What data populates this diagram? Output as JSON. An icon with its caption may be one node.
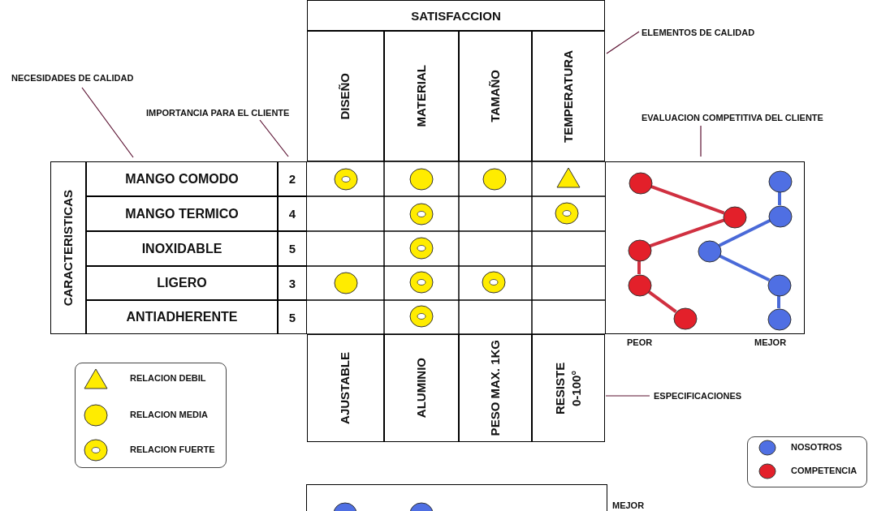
{
  "diagram": {
    "nodes": [
      {
        "text": [
          "SATISFACCION"
        ]
      },
      {
        "text": [
          "DISEÑO"
        ]
      },
      {
        "text": [
          "MATERIAL"
        ]
      },
      {
        "text": [
          "TAMAÑO"
        ]
      },
      {
        "text": [
          "TEMPERATURA"
        ]
      },
      {
        "text": [
          "CARACTERISTICAS"
        ]
      },
      {
        "text": [
          "MANGO COMODO"
        ]
      },
      {
        "text": [
          "2"
        ]
      },
      {
        "text": [
          "MANGO TERMICO"
        ]
      },
      {
        "text": [
          "4"
        ]
      },
      {
        "text": [
          "INOXIDABLE"
        ]
      },
      {
        "text": [
          "5"
        ]
      },
      {
        "text": [
          "LIGERO"
        ]
      },
      {
        "text": [
          "3"
        ]
      },
      {
        "text": [
          "ANTIADHERENTE"
        ]
      },
      {
        "text": [
          "5"
        ]
      },
      {
        "text": [
          "AJUSTABLE"
        ]
      },
      {
        "text": [
          "ALUMINIO"
        ]
      },
      {
        "text": [
          "PESO MAX. 1KG"
        ]
      },
      {
        "text": [
          "RESISTE 0-100°"
        ]
      },
      {
        "text": [],
        "shape": "ring"
      },
      {
        "text": [],
        "shape": "circle"
      },
      {
        "text": [],
        "shape": "circle"
      },
      {
        "text": [],
        "shape": "triangle"
      },
      {
        "text": [],
        "shape": "ring"
      },
      {
        "text": [],
        "shape": "ring"
      },
      {
        "text": [],
        "shape": "ring"
      },
      {
        "text": [],
        "shape": "circle"
      },
      {
        "text": [],
        "shape": "ring"
      },
      {
        "text": [],
        "shape": "ring"
      },
      {
        "text": [],
        "shape": "ring"
      },
      {
        "text": [],
        "shape": "box"
      },
      {
        "text": [],
        "shape": "circle",
        "in": 31
      },
      {
        "text": [],
        "shape": "circle",
        "in": 31
      },
      {
        "text": [],
        "shape": "circle",
        "in": 31
      },
      {
        "text": [],
        "shape": "circle",
        "in": 31
      },
      {
        "text": [],
        "shape": "circle",
        "in": 31
      },
      {
        "text": [],
        "shape": "circle",
        "in": 31
      },
      {
        "text": [],
        "shape": "circle",
        "in": 31
      },
      {
        "text": [],
        "shape": "circle",
        "in": 31
      },
      {
        "text": [],
        "shape": "circle",
        "in": 31
      },
      {
        "text": [],
        "shape": "circle",
        "in": 31
      },
      {
        "text": [
          "NECESIDADES DE CALIDAD"
        ]
      },
      {
        "text": [
          "IMPORTANCIA PARA EL CLIENTE"
        ]
      },
      {
        "text": [
          "ELEMENTOS DE CALIDAD"
        ]
      },
      {
        "text": [
          "EVALUACION COMPETITIVA DEL CLIENTE"
        ]
      },
      {
        "text": [
          "ESPECIFICACIONES"
        ]
      },
      {
        "text": [],
        "shape": "box"
      },
      {
        "text": [],
        "shape": "circle",
        "in": 47
      },
      {
        "text": [],
        "shape": "circle",
        "in": 47
      }
    ],
    "edges": [
      {
        "from": 32,
        "to": 33,
        "arrow": "none",
        "color": "#d03040"
      },
      {
        "from": 33,
        "to": 34,
        "arrow": "none",
        "color": "#d03040"
      },
      {
        "from": 34,
        "to": 35,
        "arrow": "none",
        "color": "#d03040"
      },
      {
        "from": 35,
        "to": 36,
        "arrow": "none",
        "color": "#d03040"
      },
      {
        "from": 37,
        "to": 38,
        "arrow": "none",
        "color": "#4a6ad8"
      },
      {
        "from": 38,
        "to": 39,
        "arrow": "none",
        "color": "#4a6ad8"
      },
      {
        "from": 39,
        "to": 40,
        "arrow": "none",
        "color": "#4a6ad8"
      },
      {
        "from": 40,
        "to": 41,
        "arrow": "none",
        "color": "#4a6ad8"
      },
      {
        "from": 42,
        "to": 6,
        "arrow": "none"
      },
      {
        "from": 43,
        "to": 7,
        "arrow": "none"
      },
      {
        "from": 44,
        "to": 4,
        "arrow": "none"
      },
      {
        "from": 45,
        "to": 31,
        "arrow": "none"
      },
      {
        "from": 46,
        "to": 19,
        "arrow": "none"
      }
    ],
    "labels": [
      "PEOR",
      "MEJOR",
      "MEJOR"
    ],
    "legend": [
      {
        "text": "RELACION DEBIL"
      },
      {
        "text": "RELACION MEDIA"
      },
      {
        "text": "RELACION FUERTE"
      },
      {
        "text": "NOSOTROS",
        "color": "#4f6fe3"
      },
      {
        "text": "COMPETENCIA",
        "color": "#e3202a"
      }
    ]
  }
}
